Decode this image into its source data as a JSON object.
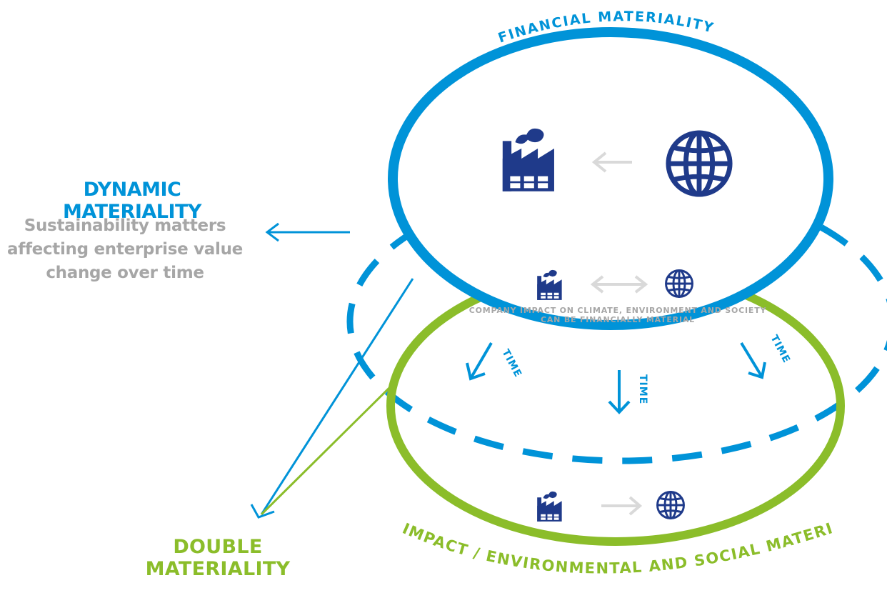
{
  "colors": {
    "blue": "#0093d8",
    "green": "#8bbd2a",
    "navy": "#1f3a8a",
    "grey": "#a6a6a6",
    "light_grey": "#d9d9d9"
  },
  "labels": {
    "financial_materiality": "FINANCIAL MATERIALITY",
    "dynamic_materiality": "DYNAMIC MATERIALITY",
    "dynamic_description": "Sustainability matters affecting enterprise value change over time",
    "company_impact": "COMPANY IMPACT ON CLIMATE, ENVIRONMENT AND SOCIETY CAN BE FINANCIALLY MATERIAL",
    "time_label": "TIME",
    "double_materiality": "DOUBLE MATERIALITY",
    "impact_materiality": "IMPACT / ENVIRONMENTAL AND SOCIAL MATERIALITY"
  },
  "icons": {
    "company": "factory-icon",
    "world": "globe-icon",
    "influence_arrow": "arrow-left-icon",
    "two_way_arrow": "double-arrow-icon",
    "impact_arrow": "arrow-right-icon"
  }
}
